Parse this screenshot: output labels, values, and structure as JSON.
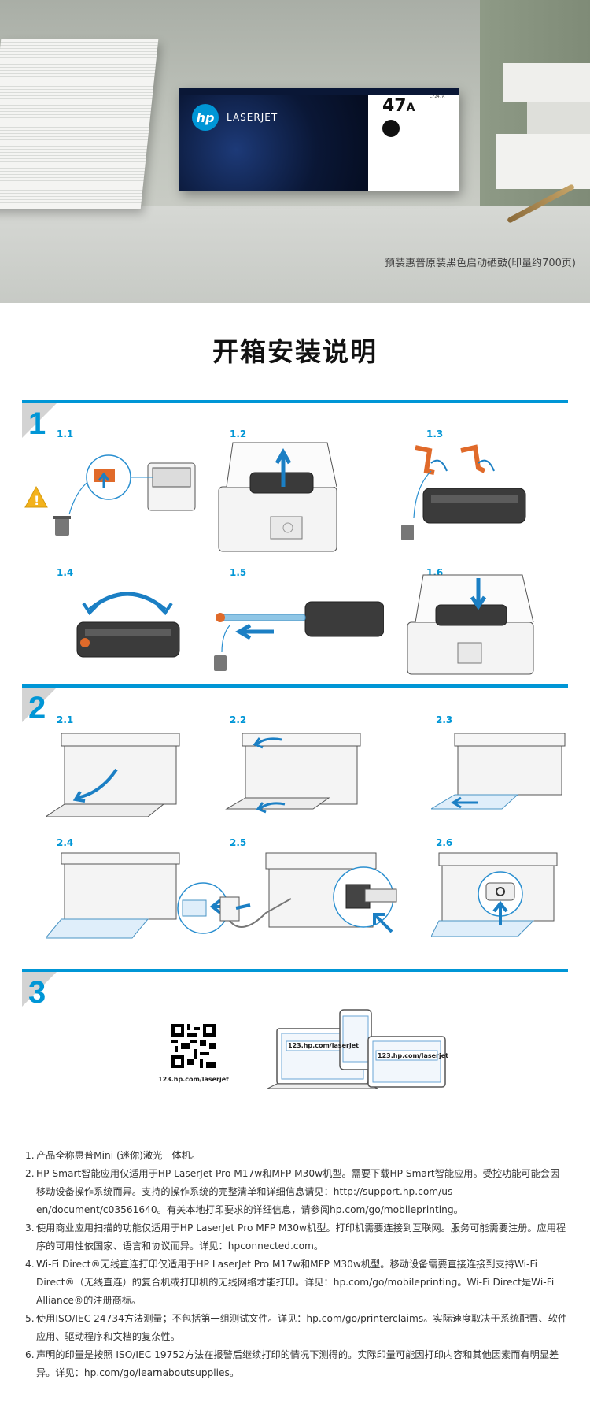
{
  "hero": {
    "brand": "hp",
    "product_line": "LASERJET",
    "model_main": "47",
    "model_suffix": "A",
    "model_code": "CF247A",
    "caption": "预装惠普原装黑色启动硒鼓(印量约700页)"
  },
  "page_title": "开箱安装说明",
  "sections": [
    {
      "number": "1",
      "steps": [
        "1.1",
        "1.2",
        "1.3",
        "1.4",
        "1.5",
        "1.6"
      ]
    },
    {
      "number": "2",
      "steps": [
        "2.1",
        "2.2",
        "2.3",
        "2.4",
        "2.5",
        "2.6"
      ]
    },
    {
      "number": "3"
    }
  ],
  "setup": {
    "qr_url": "123.hp.com/laserjet",
    "laptop_url": "123.hp.com/laserjet",
    "tablet_url": "123.hp.com/laserjet"
  },
  "notes": [
    {
      "n": "1.",
      "text": "产品全称惠普Mini (迷你)激光一体机。"
    },
    {
      "n": "2.",
      "text": "HP Smart智能应用仅适用于HP LaserJet Pro M17w和MFP M30w机型。需要下载HP Smart智能应用。受控功能可能会因移动设备操作系统而异。支持的操作系统的完整清单和详细信息请见：http://support.hp.com/us-en/document/c03561640。有关本地打印要求的详细信息，请参阅hp.com/go/mobileprinting。"
    },
    {
      "n": "3.",
      "text": "使用商业应用扫描的功能仅适用于HP LaserJet Pro MFP M30w机型。打印机需要连接到互联网。服务可能需要注册。应用程序的可用性依国家、语言和协议而异。详见：hpconnected.com。"
    },
    {
      "n": "4.",
      "text": "Wi-Fi Direct®无线直连打印仅适用于HP LaserJet Pro M17w和MFP M30w机型。移动设备需要直接连接到支持Wi-Fi Direct®（无线直连）的复合机或打印机的无线网络才能打印。详见：hp.com/go/mobileprinting。Wi-Fi Direct是Wi-Fi Alliance®的注册商标。"
    },
    {
      "n": "5.",
      "text": "使用ISO/IEC 24734方法测量；不包括第一组测试文件。详见：hp.com/go/printerclaims。实际速度取决于系统配置、软件应用、驱动程序和文档的复杂性。"
    },
    {
      "n": "6.",
      "text": "声明的印量是按照 ISO/IEC 19752方法在报警后继续打印的情况下测得的。实际印量可能因打印内容和其他因素而有明显差异。详见：hp.com/go/learnaboutsupplies。"
    }
  ]
}
